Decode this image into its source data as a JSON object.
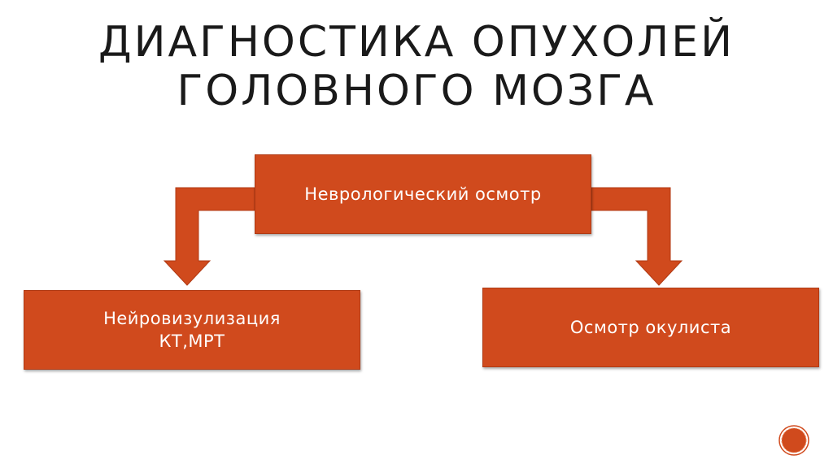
{
  "title": {
    "line1": "ДИАГНОСТИКА ОПУХОЛЕЙ",
    "line2": "ГОЛОВНОГО МОЗГА"
  },
  "diagram": {
    "top_node": "Неврологический осмотр",
    "left_node": {
      "line1": "Нейровизулизация",
      "line2": "КТ,МРТ"
    },
    "right_node": "Осмотр окулиста"
  },
  "colors": {
    "node_fill": "#d04a1d",
    "node_text": "#ffffff",
    "title_text": "#1a1a1a"
  },
  "icons": {
    "nav": "slide-nav-circle-icon"
  }
}
